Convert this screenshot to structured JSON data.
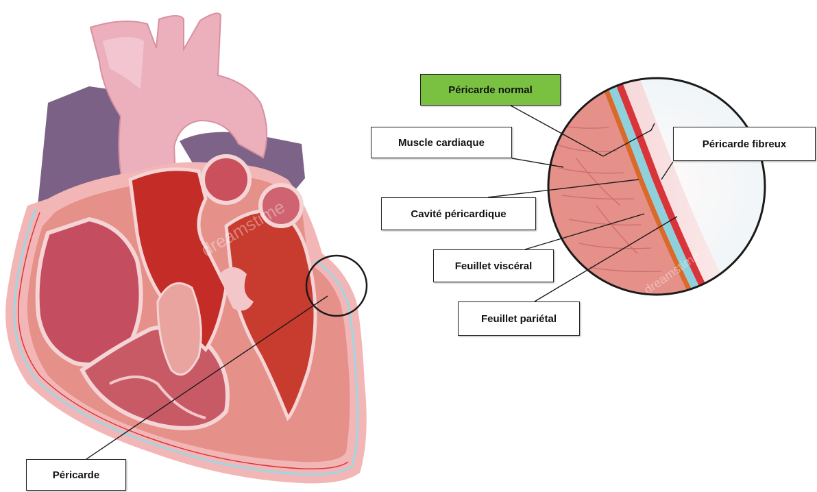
{
  "labels": {
    "pericarde_normal": "Péricarde normal",
    "muscle_cardiaque": "Muscle cardiaque",
    "pericarde_fibreux": "Péricarde fibreux",
    "cavite_pericardique": "Cavité péricardique",
    "feuillet_visceral": "Feuillet viscéral",
    "feuillet_parietal": "Feuillet pariétal",
    "pericarde": "Péricarde"
  },
  "colors": {
    "highlight_label": "#7ac142",
    "myocardium": "#e59089",
    "pericardium_outer": "#f6c3c5",
    "visceral_layer": "#d96a2b",
    "pericardial_cavity": "#8fd0dd",
    "parietal_layer": "#d8343a",
    "vessel_pink": "#ecb0bd",
    "vessel_purple": "#7b6186",
    "blood_red": "#c42d27",
    "watermark": "#e4e4e4"
  },
  "watermark_text": "dreamstime"
}
